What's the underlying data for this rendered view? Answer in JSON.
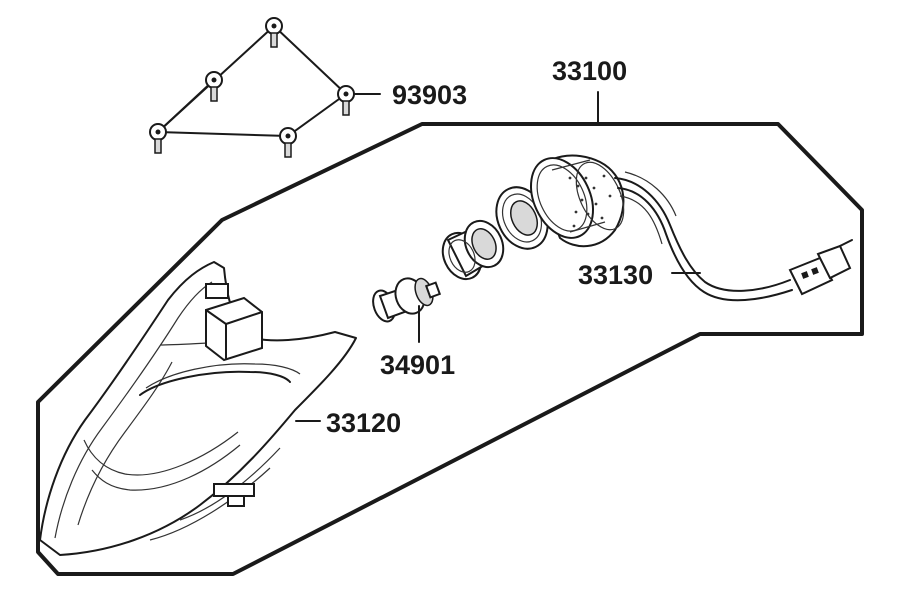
{
  "parts": [
    {
      "number": "93903",
      "component": "screws"
    },
    {
      "number": "33100",
      "component": "headlight-assembly"
    },
    {
      "number": "33130",
      "component": "wiring-harness"
    },
    {
      "number": "34901",
      "component": "bulb"
    },
    {
      "number": "33120",
      "component": "lens-housing"
    }
  ],
  "colors": {
    "line": "#1a1a1a",
    "background": "#ffffff"
  }
}
